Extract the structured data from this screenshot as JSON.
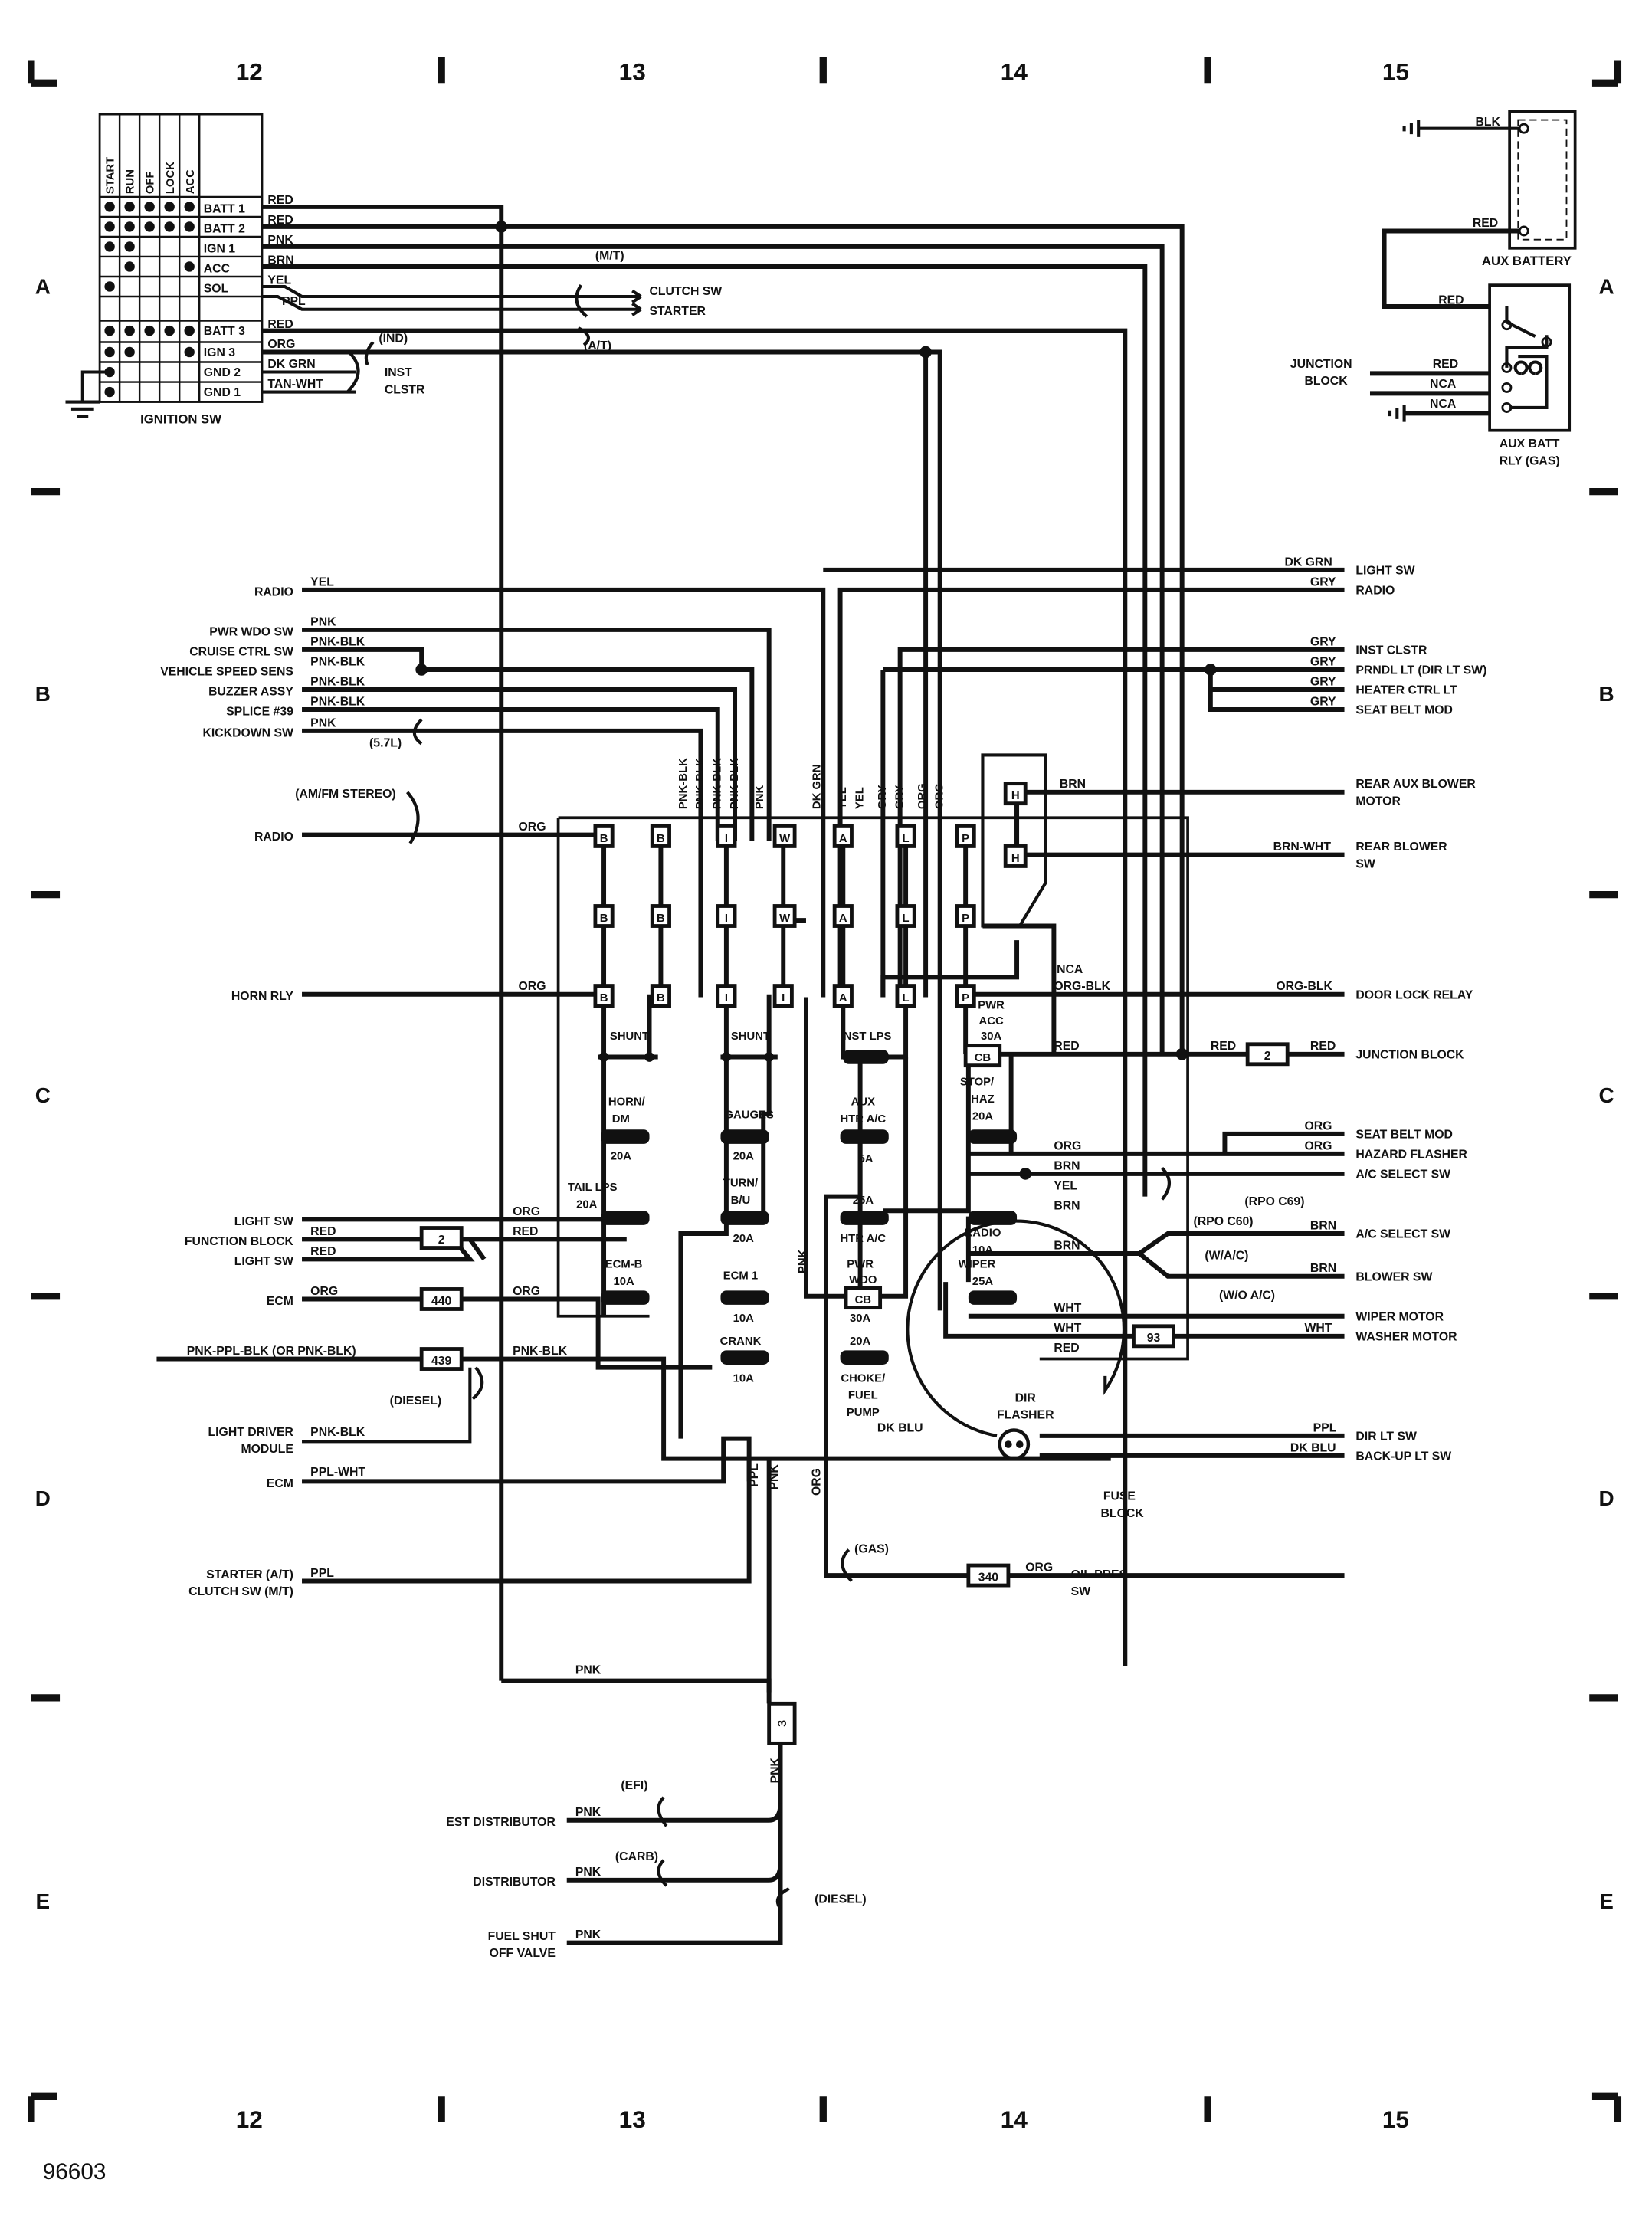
{
  "grid": {
    "columns": [
      "12",
      "13",
      "14",
      "15"
    ],
    "rows": [
      "A",
      "B",
      "C",
      "D",
      "E"
    ]
  },
  "figure_id": "96603",
  "ignition_switch": {
    "title": "IGNITION SW",
    "positions": [
      "START",
      "RUN",
      "OFF",
      "LOCK",
      "ACC"
    ],
    "terminals": [
      "BATT 1",
      "BATT 2",
      "IGN 1",
      "ACC",
      "SOL",
      "BATT 3",
      "IGN 3",
      "GND 2",
      "GND 1"
    ],
    "wires": [
      "RED",
      "RED",
      "PNK",
      "BRN",
      "YEL",
      "PPL",
      "RED",
      "ORG",
      "DK GRN",
      "TAN-WHT"
    ],
    "notes": [
      "(M/T)",
      "(A/T)",
      "(IND)"
    ],
    "dests": [
      "CLUTCH SW",
      "STARTER",
      "INST",
      "CLSTR"
    ]
  },
  "aux": {
    "battery": "AUX BATTERY",
    "relay": [
      "AUX BATT",
      "RLY (GAS)"
    ],
    "junction": [
      "JUNCTION",
      "BLOCK"
    ],
    "wires": [
      "BLK",
      "RED",
      "RED",
      "RED",
      "NCA",
      "NCA"
    ]
  },
  "left_labels": {
    "radio": "RADIO",
    "pwr_wdo": "PWR WDO SW",
    "cruise": "CRUISE CTRL SW",
    "vss": "VEHICLE SPEED SENS",
    "buzzer": "BUZZER ASSY",
    "splice": "SPLICE #39",
    "kickdown": "KICKDOWN SW",
    "amfm": "(AM/FM STEREO)",
    "radio2": "RADIO",
    "horn": "HORN RLY",
    "light1": "LIGHT SW",
    "function": "FUNCTION BLOCK",
    "light2": "LIGHT SW",
    "ecm1": "ECM",
    "pnkppl": "PNK-PPL-BLK (OR PNK-BLK)",
    "diesel": "(DIESEL)",
    "ldm1": "LIGHT DRIVER",
    "ldm2": "MODULE",
    "ecm2": "ECM",
    "starter1": "STARTER (A/T)",
    "starter2": "CLUTCH SW (M/T)",
    "v57": "(5.7L)"
  },
  "left_wires": {
    "yel": "YEL",
    "pnk": "PNK",
    "pnkblk": "PNK-BLK",
    "org": "ORG",
    "red": "RED",
    "pplwht": "PPL-WHT",
    "ppl": "PPL"
  },
  "right_labels": {
    "lightsw": "LIGHT SW",
    "radio": "RADIO",
    "instclstr": "INST CLSTR",
    "prndl": "PRNDL LT (DIR LT SW)",
    "heater": "HEATER CTRL LT",
    "seatbelt": "SEAT BELT MOD",
    "rearaux1": "REAR AUX BLOWER",
    "rearaux2": "MOTOR",
    "rearblow1": "REAR BLOWER",
    "rearblow2": "SW",
    "doorlock": "DOOR LOCK RELAY",
    "junction": "JUNCTION BLOCK",
    "seatbelt2": "SEAT BELT MOD",
    "hazard": "HAZARD FLASHER",
    "acsel1": "A/C SELECT SW",
    "acsel2": "A/C SELECT SW",
    "blower": "BLOWER SW",
    "wiper": "WIPER MOTOR",
    "washer": "WASHER MOTOR",
    "dirlt": "DIR LT SW",
    "backup": "BACK-UP LT SW",
    "oilpres1": "OIL PRES",
    "oilpres2": "SW",
    "rpo69": "(RPO C69)",
    "rpo60": "(RPO C60)",
    "wac": "(W/A/C)",
    "woac": "(W/O A/C)"
  },
  "right_wires": {
    "dkgrn": "DK GRN",
    "gry": "GRY",
    "brn": "BRN",
    "brnwht": "BRN-WHT",
    "orgblk": "ORG-BLK",
    "red": "RED",
    "org": "ORG",
    "wht": "WHT",
    "ppl": "PPL",
    "dkblu": "DK BLU",
    "nca": "NCA",
    "yel": "YEL"
  },
  "fuse_block": {
    "title": [
      "FUSE",
      "BLOCK"
    ],
    "bus": [
      "B",
      "B",
      "I",
      "W",
      "A",
      "L",
      "P",
      "H"
    ],
    "col_wires": [
      "PNK-BLK",
      "PNK-BLK",
      "PNK-BLK",
      "PNK",
      "DK GRN",
      "YEL",
      "GRY",
      "ORG",
      "ORG"
    ],
    "fuses": {
      "shunt": "SHUNT",
      "instlps": "INST LPS",
      "pwracc": [
        "PWR",
        "ACC",
        "30A"
      ],
      "cb": "CB",
      "horn": [
        "HORN/",
        "DM",
        "20A"
      ],
      "gauges": [
        "GAUGES",
        "20A"
      ],
      "aux": [
        "AUX",
        "HTR A/C",
        "5A"
      ],
      "stop": [
        "STOP/",
        "HAZ",
        "20A"
      ],
      "tail": [
        "TAIL LPS",
        "20A"
      ],
      "turn": [
        "TURN/",
        "B/U",
        "20A"
      ],
      "htr": [
        "25A",
        "HTR A/C"
      ],
      "radio": [
        "RADIO",
        "10A"
      ],
      "ecmb": [
        "ECM-B",
        "10A"
      ],
      "ecm1": [
        "ECM 1",
        "10A"
      ],
      "pwrwdo": [
        "PWR",
        "WDO",
        "CB",
        "30A"
      ],
      "wiper": [
        "WIPER",
        "25A"
      ],
      "crank": [
        "CRANK",
        "10A"
      ],
      "choke": [
        "20A",
        "CHOKE/",
        "FUEL",
        "PUMP"
      ]
    },
    "flasher": [
      "DIR",
      "FLASHER"
    ]
  },
  "connectors": [
    "2",
    "2",
    "440",
    "439",
    "340",
    "93",
    "3"
  ],
  "bottom": {
    "wire": "PNK",
    "est": "EST DISTRIBUTOR",
    "dist": "DISTRIBUTOR",
    "fuel1": "FUEL SHUT",
    "fuel2": "OFF VALVE",
    "efi": "(EFI)",
    "carb": "(CARB)",
    "diesel": "(DIESEL)",
    "gas": "(GAS)",
    "ppl": "PPL",
    "pnk": "PNK",
    "org": "ORG"
  }
}
